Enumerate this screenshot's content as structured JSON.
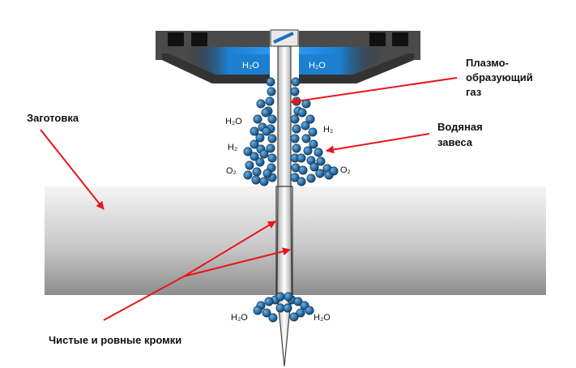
{
  "labels": {
    "workpiece": "Заготовка",
    "plasma_gas_1": "Плазмо-",
    "plasma_gas_2": "образующий",
    "plasma_gas_3": "газ",
    "water_curtain_1": "Водяная",
    "water_curtain_2": "завеса",
    "clean_edges": "Чистые и ровные кромки"
  },
  "molecules": {
    "nozzle_left": "H₂O",
    "nozzle_right": "H₂O",
    "left_h2o": "H₂O",
    "left_h2": "H₂",
    "left_o2": "O₂",
    "right_h2": "H₂",
    "right_o2": "O₂",
    "bottom_left_h2o": "H₂O",
    "bottom_right_h2o": "H₂O"
  },
  "colors": {
    "arrow": "#e8151b",
    "droplet": "#2a6ea6",
    "nozzle_body": "#4a4a4a",
    "water_channel": "#1d7fd0"
  }
}
